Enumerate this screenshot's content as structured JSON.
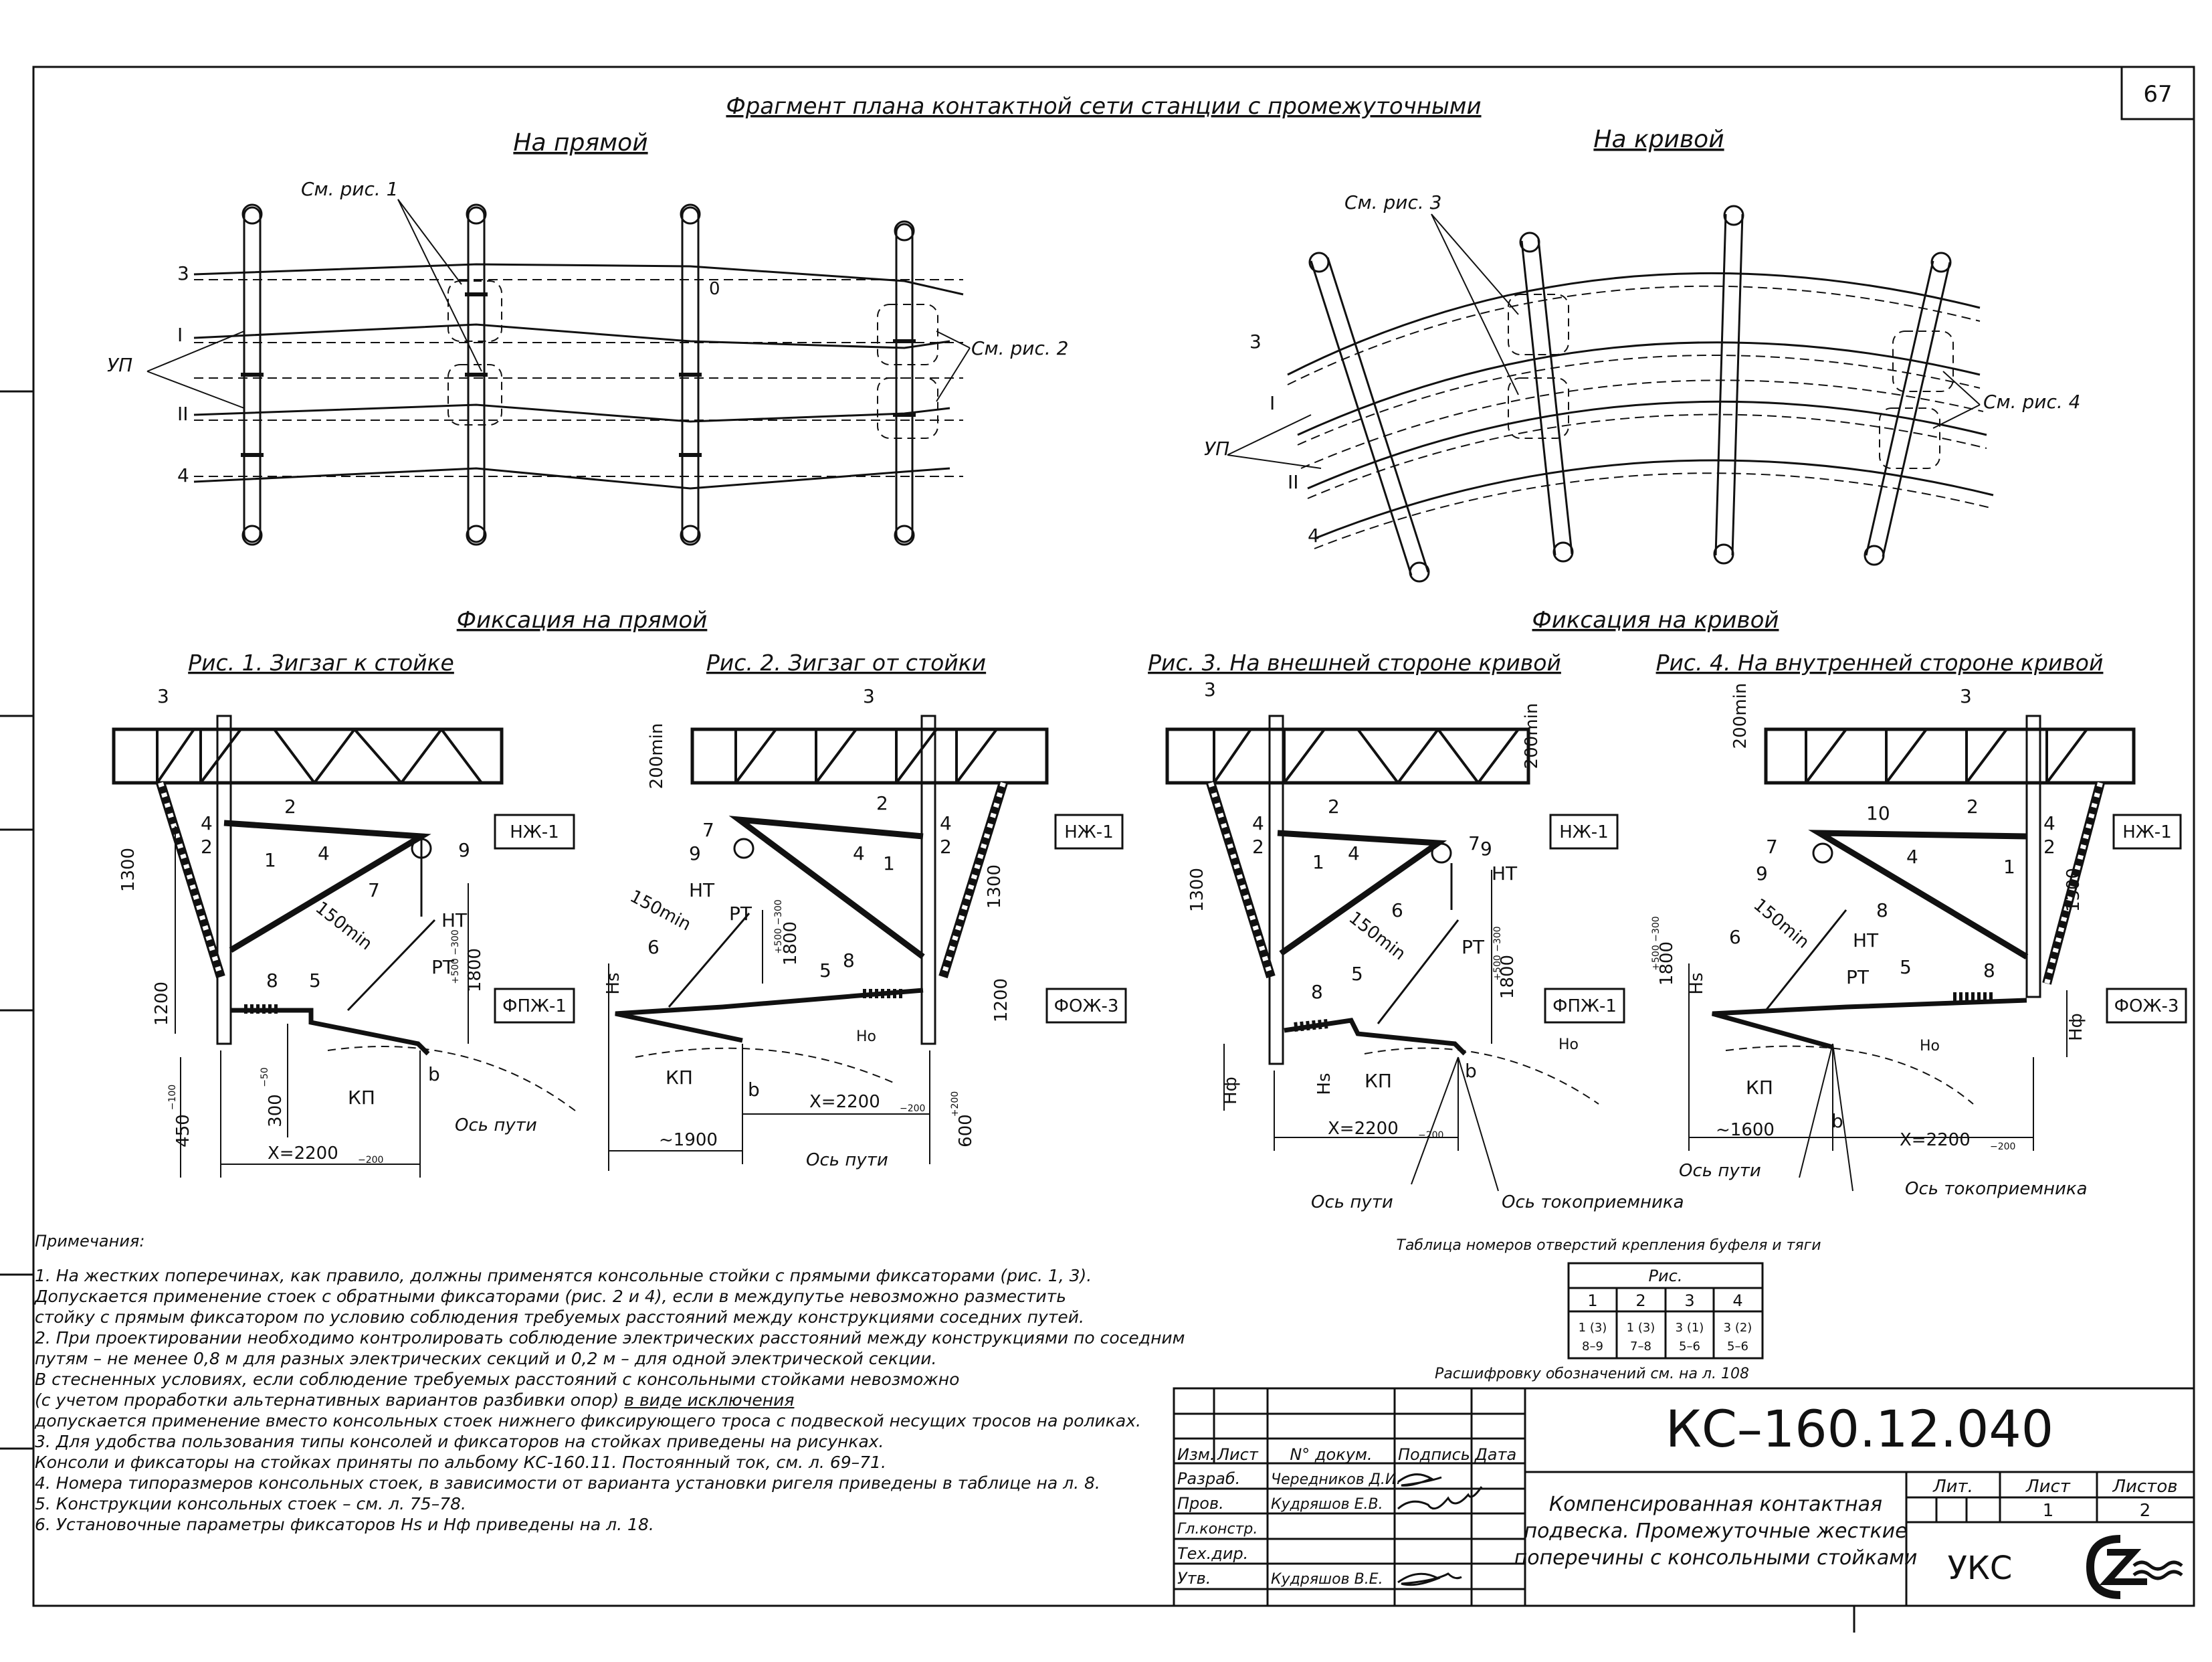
{
  "page_number": "67",
  "plan": {
    "title": "Фрагмент плана контактной сети станции с промежуточными",
    "straight_label": "На прямой",
    "curve_label": "На кривой",
    "ref_fig1": "См. рис. 1",
    "ref_fig2": "См. рис. 2",
    "ref_fig3": "См. рис. 3",
    "ref_fig4": "См. рис. 4",
    "up_label": "УП",
    "track_3": "3",
    "track_I": "I",
    "track_II": "II",
    "track_4": "4",
    "zero_mark": "0"
  },
  "fixation": {
    "straight_title": "Фиксация на прямой",
    "curve_title": "Фиксация на кривой",
    "fig1_title": "Рис. 1. Зигзаг к стойке",
    "fig2_title": "Рис. 2. Зигзаг от стойки",
    "fig3_title": "Рис. 3. На внешней стороне кривой",
    "fig4_title": "Рис. 4. На внутренней стороне кривой",
    "box_nzh1": "НЖ-1",
    "box_fpzh1": "ФПЖ-1",
    "box_fozh3": "ФОЖ-3",
    "lbl_nt": "НТ",
    "lbl_rt": "РТ",
    "lbl_kp": "КП",
    "lbl_b": "b",
    "lbl_hs": "Hs",
    "lbl_hf": "Нф",
    "lbl_ho": "Но",
    "dim_200min": "200min",
    "dim_150min": "150min",
    "dim_1300": "1300",
    "dim_1200": "1200",
    "dim_1800": "1800",
    "dim_1800_tol": "+500 −300",
    "dim_450": "450",
    "dim_450_tol": "−100",
    "dim_300": "300",
    "dim_300_tol": "−50",
    "dim_600": "600",
    "dim_600_tol": "+200",
    "dim_x": "X=2200",
    "dim_x_tol": "−200",
    "dim_1900": "~1900",
    "dim_1600": "~1600",
    "axis_track": "Ось пути",
    "axis_pantograph": "Ось токоприемника",
    "n1": "1",
    "n2": "2",
    "n3": "3",
    "n4": "4",
    "n5": "5",
    "n6": "6",
    "n7": "7",
    "n8": "8",
    "n9": "9",
    "n10": "10"
  },
  "table": {
    "caption": "Таблица номеров отверстий крепления буфеля и тяги",
    "header": "Рис.",
    "columns": [
      "1",
      "2",
      "3",
      "4"
    ],
    "row1": [
      "1 (3)",
      "1 (3)",
      "3 (1)",
      "3 (2)"
    ],
    "row2": [
      "8–9",
      "7–8",
      "5–6",
      "5–6"
    ],
    "footnote": "Расшифровку обозначений см. на л. 108"
  },
  "notes": {
    "heading": "Примечания:",
    "l1": "1. На жестких поперечинах, как правило, должны применятся консольные стойки с прямыми фиксаторами (рис. 1, 3).",
    "l2": "Допускается применение стоек с обратными фиксаторами (рис. 2 и 4), если в междупутье невозможно разместить",
    "l3": "стойку с прямым фиксатором по условию соблюдения требуемых расстояний между конструкциями соседних путей.",
    "l4": "2. При проектировании необходимо контролировать соблюдение электрических расстояний между конструкциями по соседним",
    "l5": "путям – не менее 0,8 м для разных электрических секций и 0,2 м – для одной электрической секции.",
    "l6": "В стесненных условиях, если соблюдение требуемых расстояний с консольными стойками невозможно",
    "l7a": "(с учетом проработки альтернативных вариантов разбивки опор) ",
    "l7b": "в виде исключения",
    "l8": "допускается применение вместо консольных стоек нижнего фиксирующего троса с подвеской несущих тросов на роликах.",
    "l9": "3. Для удобства пользования типы консолей и фиксаторов на стойках приведены на рисунках.",
    "l10": "Консоли и фиксаторы на стойках приняты по альбому КС-160.11. Постоянный ток, см. л. 69–71.",
    "l11": "4. Номера типоразмеров консольных стоек, в зависимости от варианта установки ригеля приведены в таблице на л. 8.",
    "l12": "5. Конструкции консольных стоек – см. л. 75–78.",
    "l13": "6. Установочные параметры фиксаторов Нs и Нф приведены на л. 18."
  },
  "stamp": {
    "code": "КС–160.12.040",
    "col_izm": "Изм.",
    "col_list": "Лист",
    "col_doc": "N° докум.",
    "col_sign": "Подпись",
    "col_date": "Дата",
    "r1_role": "Разраб.",
    "r1_name": "Чередников Д.И.",
    "r2_role": "Пров.",
    "r2_name": "Кудряшов Е.В.",
    "r3_role": "Гл.констр.",
    "r4_role": "Тех.дир.",
    "r5_role": "Утв.",
    "r5_name": "Кудряшов В.Е.",
    "title_l1": "Компенсированная контактная",
    "title_l2": "подвеска. Промежуточные жесткие",
    "title_l3": "поперечины с консольными стойками",
    "lit_h": "Лит.",
    "sheet_h": "Лист",
    "sheets_h": "Листов",
    "sheet_v": "1",
    "sheets_v": "2",
    "org": "УКС"
  }
}
